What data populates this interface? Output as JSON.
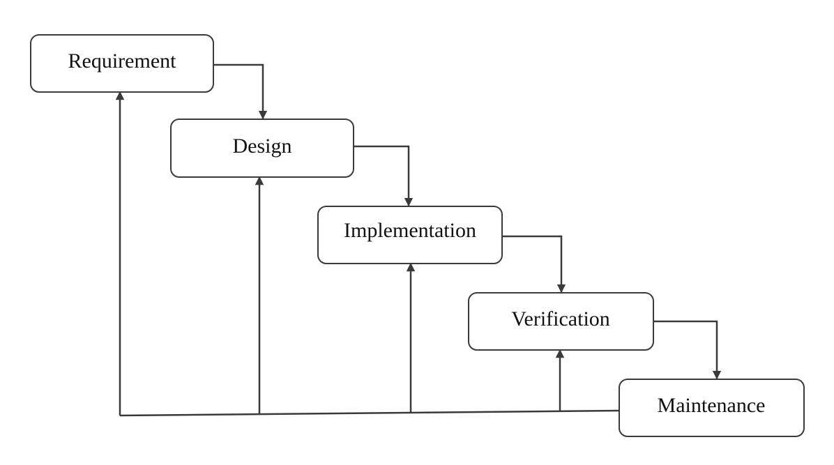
{
  "diagram": {
    "stages": [
      {
        "id": "requirement",
        "label": "Requirement"
      },
      {
        "id": "design",
        "label": "Design"
      },
      {
        "id": "implementation",
        "label": "Implementation"
      },
      {
        "id": "verification",
        "label": "Verification"
      },
      {
        "id": "maintenance",
        "label": "Maintenance"
      }
    ],
    "colors": {
      "box_border": "#3a3a3a",
      "box_fill": "#ffffff",
      "arrow": "#3a3a3a",
      "text": "#111111",
      "background": "#ffffff"
    }
  }
}
